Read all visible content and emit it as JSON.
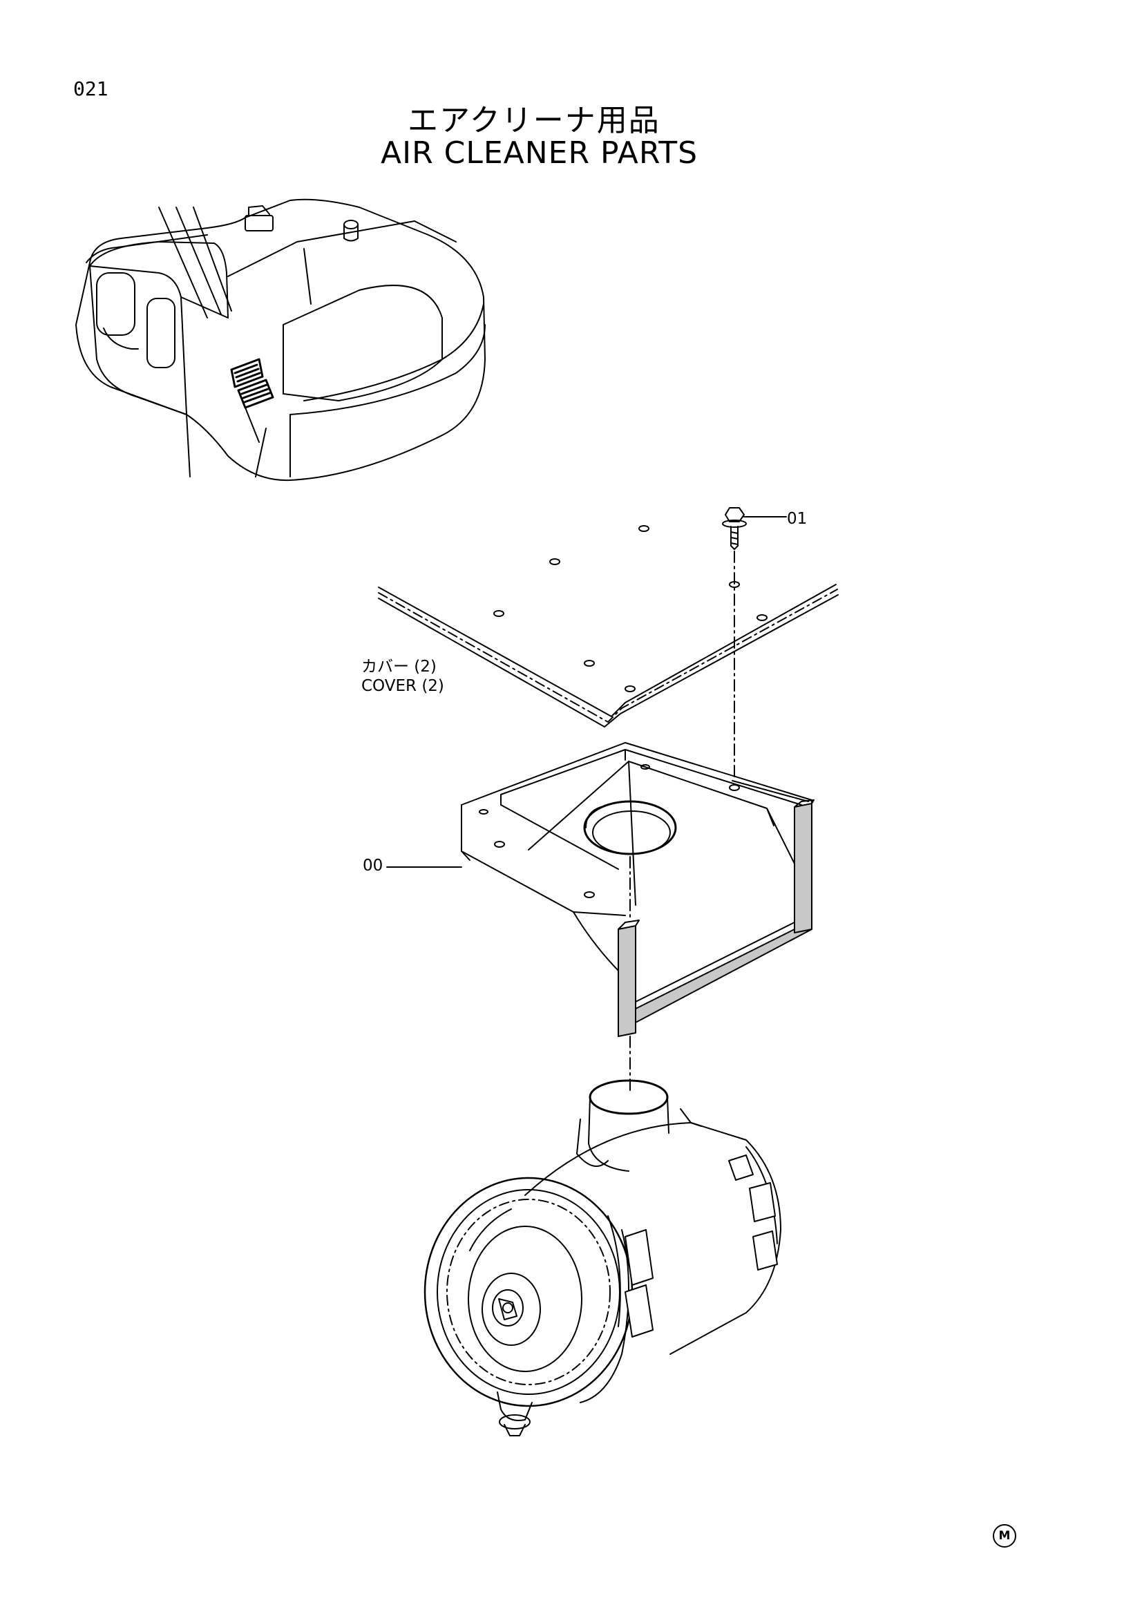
{
  "page_number": "021",
  "title": {
    "japanese": "エアクリーナ用品",
    "english": "AIR CLEANER PARTS"
  },
  "callouts": {
    "bolt": "01",
    "housing": "00"
  },
  "cover_label": {
    "japanese": "カバー (2)",
    "english": "COVER (2)"
  },
  "corner_mark": "M"
}
